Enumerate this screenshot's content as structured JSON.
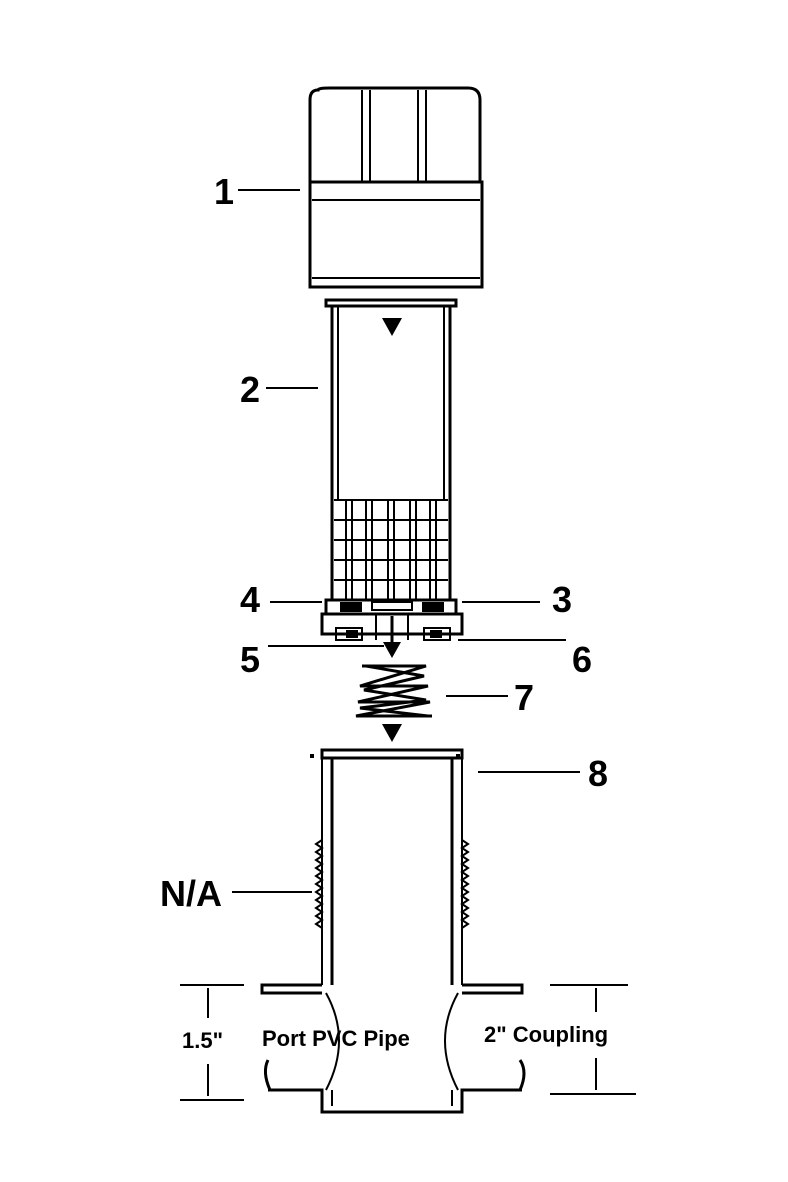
{
  "callouts": {
    "c1": "1",
    "c2": "2",
    "c3": "3",
    "c4": "4",
    "c5": "5",
    "c6": "6",
    "c7": "7",
    "c8": "8",
    "na": "N/A"
  },
  "dimensions": {
    "height": "1.5\"",
    "pipe": "Port PVC Pipe",
    "coupling": "2\" Coupling"
  }
}
